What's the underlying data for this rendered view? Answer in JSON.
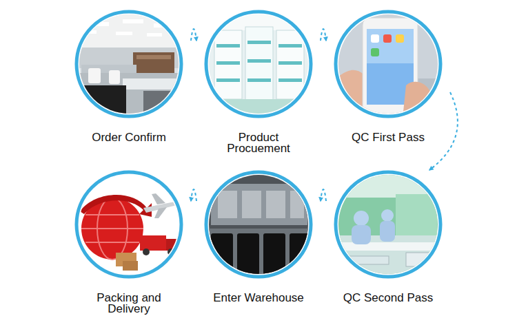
{
  "diagram": {
    "nodes": [
      {
        "text": [
          "Order Confirm"
        ]
      },
      {
        "text": [
          "Product Procuement"
        ]
      },
      {
        "text": [
          "QC First Pass"
        ]
      },
      {
        "text": [
          "QC Second Pass"
        ]
      },
      {
        "text": [
          "Enter Warehouse"
        ]
      },
      {
        "text": [
          "Packing and Delivery"
        ]
      }
    ],
    "edges": [
      {
        "from": 0,
        "to": 1,
        "arrow": "to"
      },
      {
        "from": 1,
        "to": 2,
        "arrow": "to"
      },
      {
        "from": 2,
        "to": 3,
        "arrow": "to"
      },
      {
        "from": 3,
        "to": 4,
        "arrow": "to"
      },
      {
        "from": 4,
        "to": 5,
        "arrow": "to"
      }
    ]
  }
}
